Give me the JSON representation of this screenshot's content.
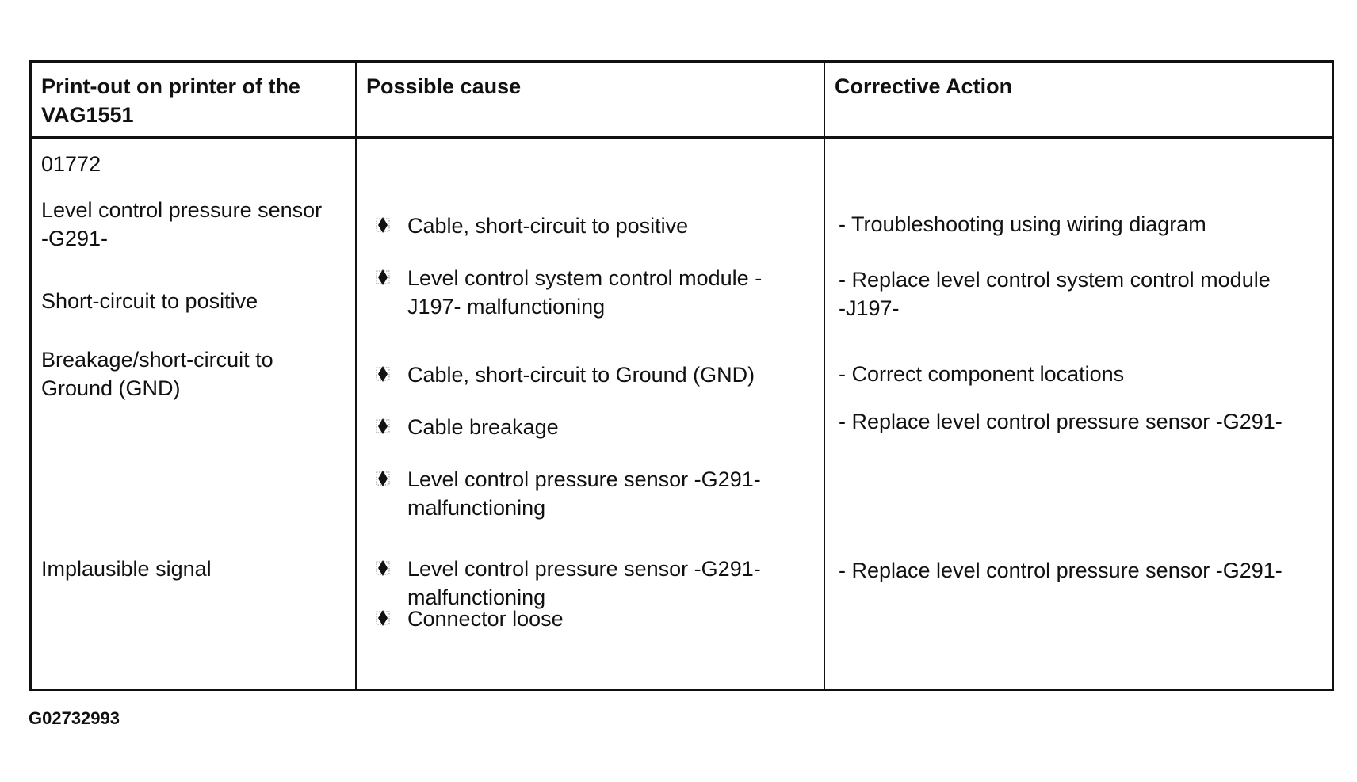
{
  "table": {
    "headers": [
      "Print-out on printer of the VAG1551",
      "Possible cause",
      "Corrective Action"
    ],
    "printout": {
      "code": "01772",
      "component": [
        "Level control pressure sensor",
        "-G291-"
      ],
      "fault_1": "Short-circuit to positive",
      "fault_2": [
        "Breakage/short-circuit to",
        "Ground (GND)"
      ],
      "fault_3": "Implausible signal"
    },
    "causes": [
      [
        "Cable, short-circuit to positive"
      ],
      [
        "Level control system control module -",
        "J197- malfunctioning"
      ],
      [
        "Cable, short-circuit to Ground (GND)"
      ],
      [
        "Cable breakage"
      ],
      [
        "Level control pressure sensor -G291-",
        "malfunctioning"
      ],
      [
        "Level control pressure sensor -G291-",
        "malfunctioning"
      ],
      [
        "Connector loose"
      ]
    ],
    "actions": [
      [
        "- Troubleshooting using wiring diagram"
      ],
      [
        "- Replace level control system control module",
        "-J197-"
      ],
      [
        "- Correct component locations"
      ],
      [
        "- Replace level control pressure sensor -G291-"
      ],
      [
        "- Replace level control pressure sensor -G291-"
      ]
    ]
  },
  "figure_id": "G02732993",
  "bullet_icon": "diamond-bullet-icon"
}
